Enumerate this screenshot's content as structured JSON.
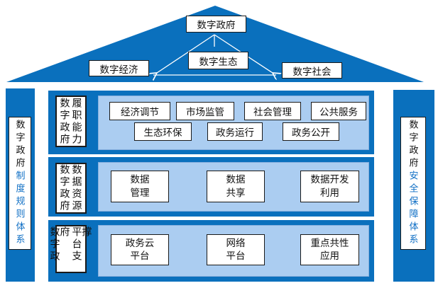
{
  "colors": {
    "primary_blue": "#0a70bd",
    "panel_blue": "#abcdf1",
    "accent_text_blue": "#0f6fc5",
    "box_border": "#1a1a1a"
  },
  "roof": {
    "top_box": "数字政府",
    "economy_box": "数字经济",
    "ecology_box": "数字生态",
    "society_box": "数字社会"
  },
  "pillars": {
    "left": {
      "prefix": "数字政府",
      "highlight": "制度规则体系"
    },
    "right": {
      "prefix": "数字政府",
      "highlight": "安全保障体系"
    }
  },
  "rows": [
    {
      "label": {
        "col1": "数字政府",
        "col2": "履职能力"
      },
      "top_boxes": [
        "经济调节",
        "市场监管",
        "社会管理",
        "公共服务"
      ],
      "bottom_boxes": [
        "生态环保",
        "政务运行",
        "政务公开"
      ]
    },
    {
      "label": {
        "col1": "数字政府",
        "col2": "数据资源"
      },
      "boxes": [
        [
          "数据",
          "管理"
        ],
        [
          "数据",
          "共享"
        ],
        [
          "数据开发",
          "利用"
        ]
      ]
    },
    {
      "label": {
        "col1": "数字政府",
        "col2": "平台支撑"
      },
      "boxes": [
        [
          "政务云",
          "平台"
        ],
        [
          "网络",
          "平台"
        ],
        [
          "重点共性",
          "应用"
        ]
      ]
    }
  ]
}
